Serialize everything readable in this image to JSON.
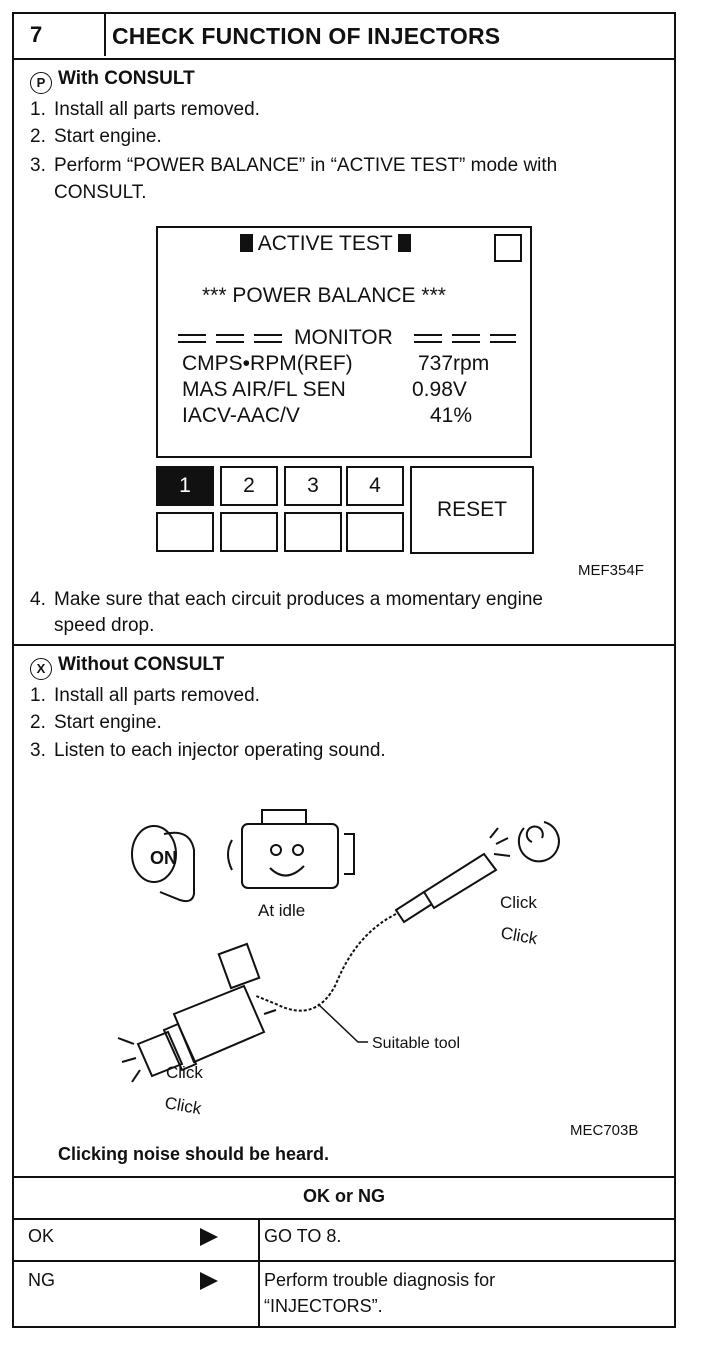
{
  "header": {
    "step_number": "7",
    "title": "CHECK FUNCTION OF INJECTORS"
  },
  "with_consult": {
    "icon_letter": "P",
    "title": "With CONSULT",
    "steps": [
      {
        "n": "1.",
        "text": "Install all parts removed."
      },
      {
        "n": "2.",
        "text": "Start engine."
      },
      {
        "n": "3.",
        "text": "Perform “POWER BALANCE” in “ACTIVE TEST” mode with"
      },
      {
        "n": "",
        "text": "CONSULT."
      }
    ],
    "screen": {
      "title": "ACTIVE TEST",
      "subtitle": "*** POWER BALANCE ***",
      "monitor": "MONITOR",
      "rows": [
        {
          "label": "CMPS•RPM(REF)",
          "value": "737rpm"
        },
        {
          "label": "MAS AIR/FL SEN",
          "value": "0.98V"
        },
        {
          "label": "IACV-AAC/V",
          "value": "41%"
        }
      ],
      "keys": [
        "1",
        "2",
        "3",
        "4"
      ],
      "reset": "RESET"
    },
    "figure_code": "MEF354F",
    "step4": {
      "n": "4.",
      "line1": "Make sure that each circuit produces a momentary engine",
      "line2": "speed drop."
    }
  },
  "without_consult": {
    "icon_letter": "X",
    "title": "Without CONSULT",
    "steps": [
      {
        "n": "1.",
        "text": "Install all parts removed."
      },
      {
        "n": "2.",
        "text": "Start engine."
      },
      {
        "n": "3.",
        "text": "Listen to each injector operating sound."
      }
    ],
    "illustration": {
      "key_label": "ON",
      "idle_label": "At idle",
      "click": "Click",
      "tool_label": "Suitable tool"
    },
    "figure_code": "MEC703B",
    "note": "Clicking noise should be heard."
  },
  "result": {
    "title": "OK or NG",
    "rows": [
      {
        "status": "OK",
        "action_line1": "GO TO 8.",
        "action_line2": ""
      },
      {
        "status": "NG",
        "action_line1": "Perform trouble diagnosis for",
        "action_line2": "“INJECTORS”."
      }
    ]
  }
}
